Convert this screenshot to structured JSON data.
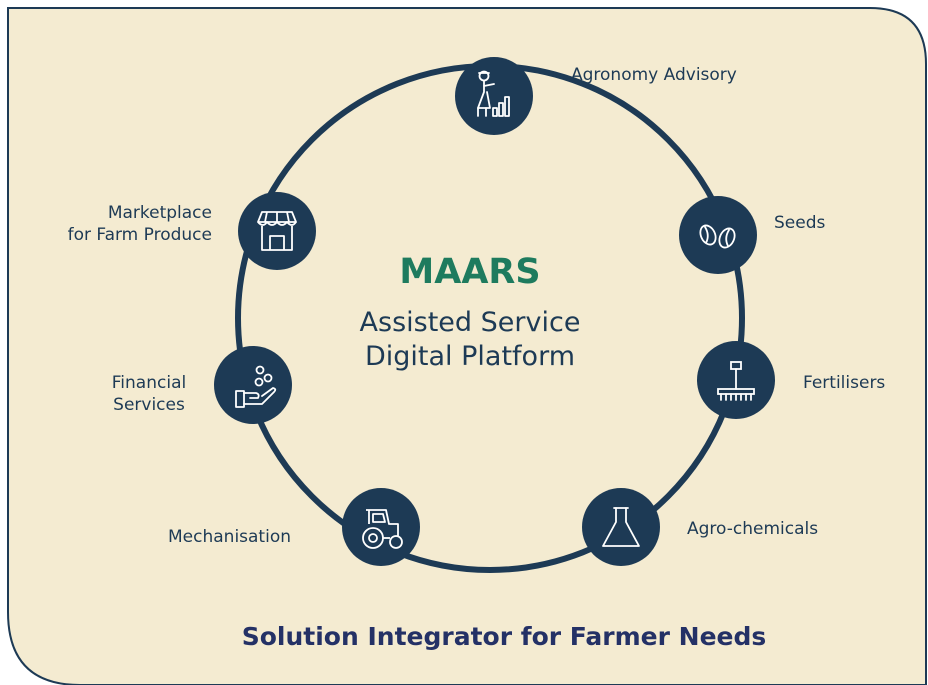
{
  "colors": {
    "panel_fill": "#f4ebd1",
    "panel_stroke": "#1d3a55",
    "node_fill": "#1d3a55",
    "title_green": "#1e7b5e",
    "footer_navy": "#243166"
  },
  "center": {
    "title": "MAARS",
    "subtitle_line1": "Assisted Service",
    "subtitle_line2": "Digital Platform"
  },
  "nodes": [
    {
      "label": "Agronomy Advisory",
      "icon": "farmer-advisor-icon"
    },
    {
      "label": "Seeds",
      "icon": "seeds-icon"
    },
    {
      "label": "Fertilisers",
      "icon": "rake-spreader-icon"
    },
    {
      "label": "Agro-chemicals",
      "icon": "flask-icon"
    },
    {
      "label": "Mechanisation",
      "icon": "tractor-icon"
    },
    {
      "label_line1": "Financial",
      "label_line2": "Services",
      "icon": "hand-coins-icon"
    },
    {
      "label_line1": "Marketplace",
      "label_line2": "for Farm Produce",
      "icon": "market-stall-icon"
    }
  ],
  "footer": "Solution Integrator for Farmer Needs"
}
